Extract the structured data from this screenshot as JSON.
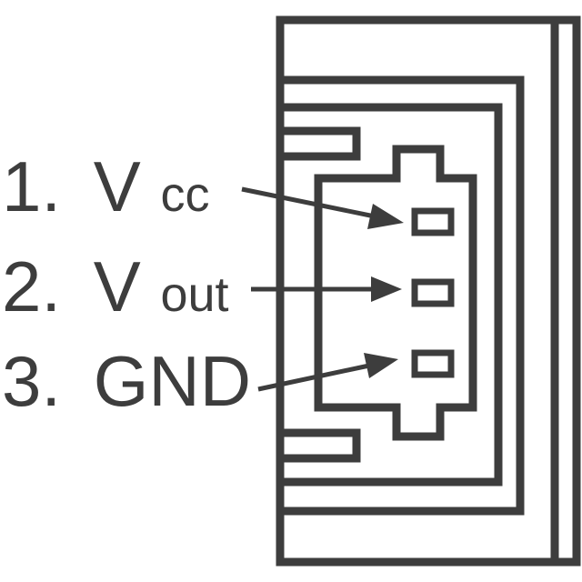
{
  "diagram": {
    "colors": {
      "line": "#3d3d3d",
      "background": "#ffffff"
    },
    "pins": [
      {
        "number": "1.",
        "name": "V",
        "subscript": "cc"
      },
      {
        "number": "2.",
        "name": "V",
        "subscript": "out"
      },
      {
        "number": "3.",
        "name": "GND",
        "subscript": ""
      }
    ]
  }
}
